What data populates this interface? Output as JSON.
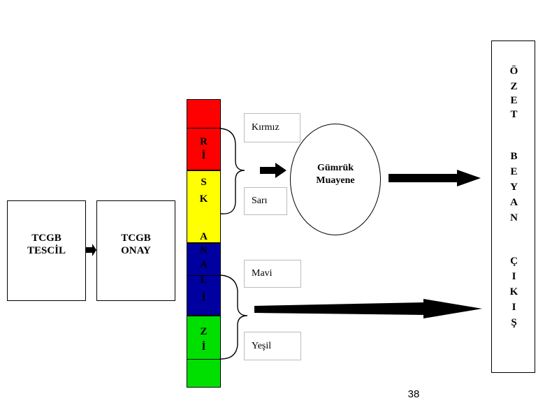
{
  "boxes": {
    "tescil": "TCGB\nTESCİL",
    "onay": "TCGB\nONAY"
  },
  "risk_column": {
    "colors": {
      "red": "#ff0000",
      "yellow": "#ffff00",
      "blue": "#0000a0",
      "green": "#00e000"
    },
    "letters": [
      "R",
      "İ",
      "S",
      "K",
      "A",
      "N",
      "A",
      "L",
      "İ",
      "Z",
      "İ"
    ]
  },
  "channel_labels": {
    "red": "Kırmız",
    "yellow": "Sarı",
    "blue": "Mavi",
    "green": "Yeşil"
  },
  "inspection": "Gümrük\nMuayene",
  "exit_letters": [
    "Ö",
    "Z",
    "E",
    "T",
    "B",
    "E",
    "Y",
    "A",
    "N",
    "Ç",
    "I",
    "K",
    "I",
    "Ş"
  ],
  "page_number": "38"
}
